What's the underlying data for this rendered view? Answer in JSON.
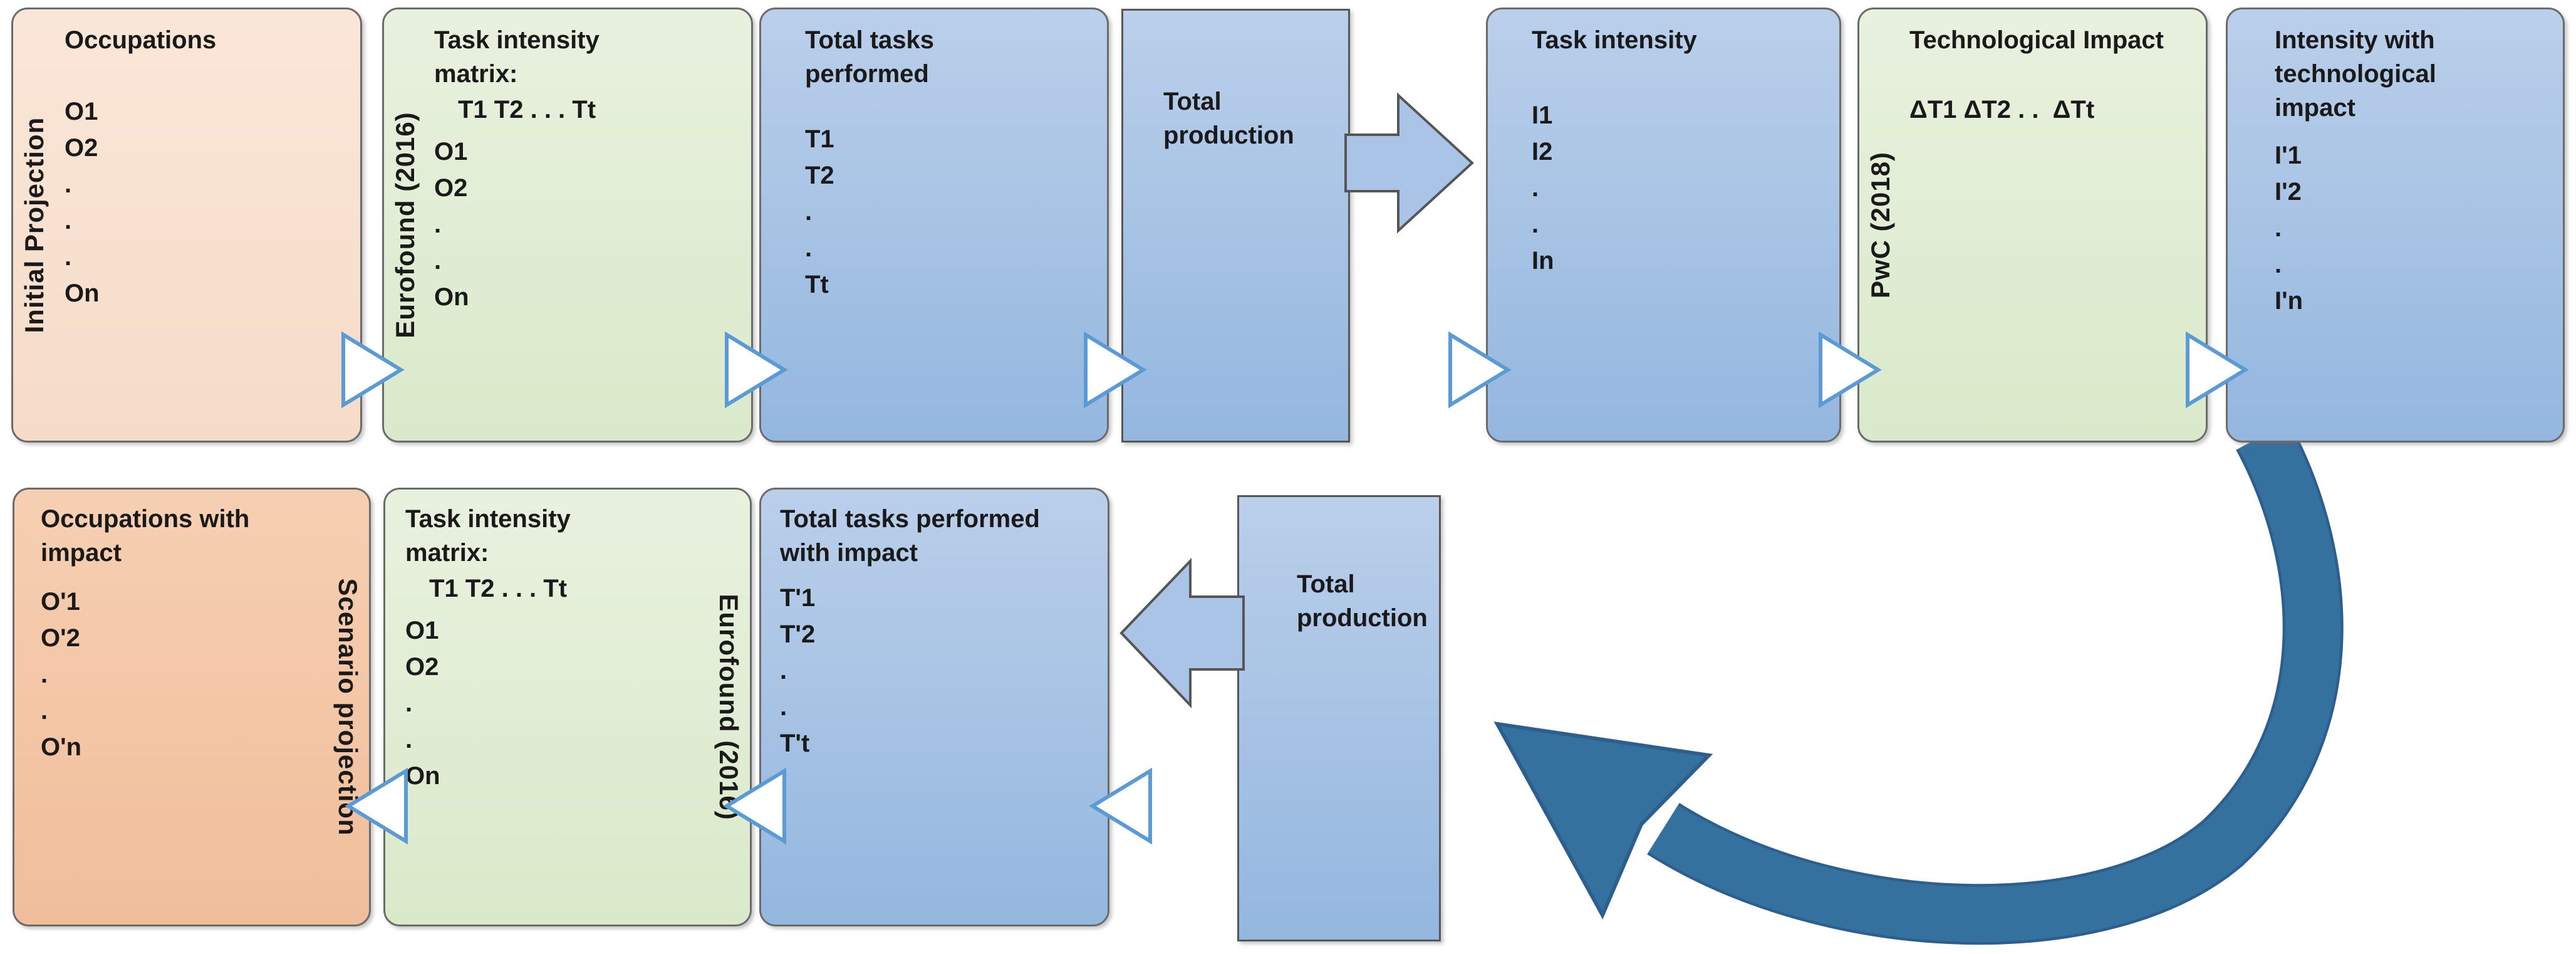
{
  "diagram": {
    "top_row": {
      "occupations": {
        "side_label": "Initial Projection",
        "title": "Occupations",
        "items": [
          "O1",
          "O2",
          ".",
          ".",
          ".",
          "On"
        ]
      },
      "task_matrix": {
        "side_label": "Eurofound (2016)",
        "title": "Task intensity matrix:",
        "matrix_header": "T1 T2 . . . Tt",
        "items": [
          "O1",
          "O2",
          ".",
          ".",
          "On"
        ]
      },
      "total_tasks": {
        "title": "Total tasks performed",
        "items": [
          "T1",
          "T2",
          ".",
          ".",
          "Tt"
        ]
      },
      "total_production": {
        "title": "Total production"
      },
      "task_intensity": {
        "title": "Task intensity",
        "items": [
          "I1",
          "I2",
          ".",
          ".",
          "In"
        ]
      },
      "tech_impact": {
        "side_label": "PwC (2018)",
        "title": "Technological Impact",
        "formula": "ΔT1 ΔT2 . .  ΔTt"
      },
      "intensity_impact": {
        "title": "Intensity with technological impact",
        "items": [
          "I'1",
          "I'2",
          ".",
          ".",
          "I'n"
        ]
      }
    },
    "bottom_row": {
      "occupations_impact": {
        "side_label": "Scenario projection",
        "title": "Occupations with impact",
        "items": [
          "O'1",
          "O'2",
          ".",
          ".",
          "O'n"
        ]
      },
      "task_matrix": {
        "side_label": "Eurofound (2016)",
        "title": "Task intensity matrix:",
        "matrix_header": "T1 T2 . . . Tt",
        "items": [
          "O1",
          "O2",
          ".",
          ".",
          "On"
        ]
      },
      "total_tasks_impact": {
        "title": "Total tasks performed with impact",
        "items": [
          "T'1",
          "T'2",
          ".",
          ".",
          "T't"
        ]
      },
      "total_production": {
        "title": "Total production"
      }
    },
    "colors": {
      "peach_box": "#F8E1D1",
      "orange_box": "#F3C6A5",
      "green_box": "#E2EDD3",
      "blue_box": "#A6C3E6",
      "connector_triangle_border": "#5B9BD5",
      "block_arrow_fill": "#A9C4E6",
      "curved_arrow_fill": "#35719F",
      "curved_arrow_border": "#2C5F8D",
      "box_border": "#6B6B6B",
      "text": "#1A1A1A"
    }
  }
}
